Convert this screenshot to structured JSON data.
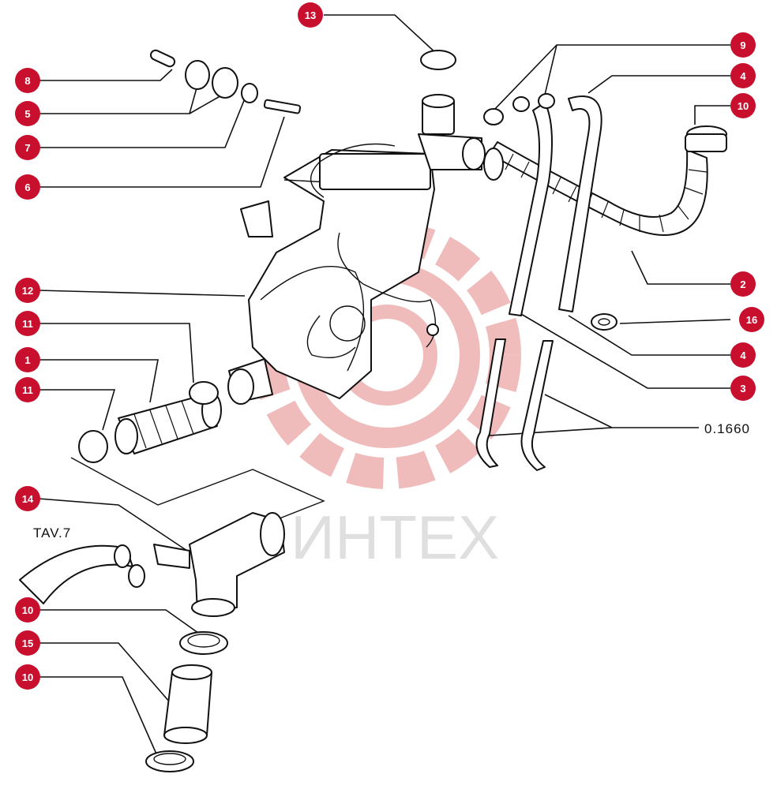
{
  "diagram": {
    "callouts": [
      {
        "id": "13",
        "label": "13"
      },
      {
        "id": "8",
        "label": "8"
      },
      {
        "id": "9",
        "label": "9"
      },
      {
        "id": "4a",
        "label": "4"
      },
      {
        "id": "5",
        "label": "5"
      },
      {
        "id": "10a",
        "label": "10"
      },
      {
        "id": "7",
        "label": "7"
      },
      {
        "id": "6",
        "label": "6"
      },
      {
        "id": "12",
        "label": "12"
      },
      {
        "id": "2",
        "label": "2"
      },
      {
        "id": "11a",
        "label": "11"
      },
      {
        "id": "16",
        "label": "16"
      },
      {
        "id": "1",
        "label": "1"
      },
      {
        "id": "4b",
        "label": "4"
      },
      {
        "id": "11b",
        "label": "11"
      },
      {
        "id": "3",
        "label": "3"
      },
      {
        "id": "14",
        "label": "14"
      },
      {
        "id": "10b",
        "label": "10"
      },
      {
        "id": "15",
        "label": "15"
      },
      {
        "id": "10c",
        "label": "10"
      }
    ],
    "labels": {
      "ref_code": "0.1660",
      "table_ref": "TAV.7"
    },
    "watermark": {
      "text": "ИНТЕХ",
      "color": "#e8a0a0"
    },
    "accent_color": "#c8102e"
  }
}
